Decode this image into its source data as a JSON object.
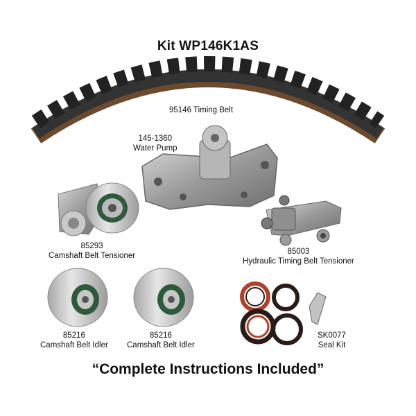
{
  "kit_title": "Kit WP146K1AS",
  "footer_text": "“Complete Instructions Included”",
  "parts": {
    "timing_belt": {
      "number": "95146",
      "name": "Timing Belt",
      "label": "95146 Timing Belt"
    },
    "water_pump": {
      "number": "145-1360",
      "name": "Water Pump"
    },
    "cam_tensioner": {
      "number": "85293",
      "name": "Camshaft Belt Tensioner"
    },
    "hydraulic_tensioner": {
      "number": "85003",
      "name": "Hydraulic Timing Belt Tensioner"
    },
    "idler_left": {
      "number": "85216",
      "name": "Camshaft Belt Idler"
    },
    "idler_right": {
      "number": "85216",
      "name": "Camshaft Belt Idler"
    },
    "seal_kit": {
      "number": "SK0077",
      "name": "Seal Kit"
    }
  },
  "colors": {
    "belt": "#3a3a3a",
    "belt_edge": "#6b4a2e",
    "metal": "#9a9a9a",
    "idler_metal": "#cfcfcf",
    "seal_orange": "#b0402a",
    "seal_dark": "#2a1a18"
  }
}
